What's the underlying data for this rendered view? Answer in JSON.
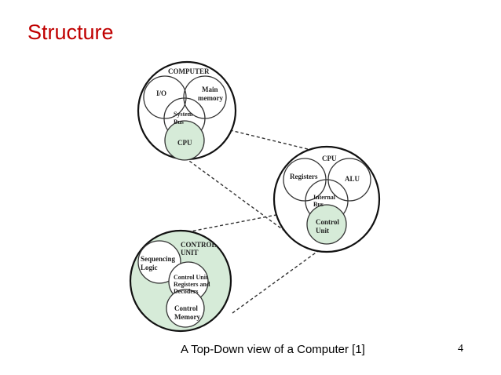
{
  "slide": {
    "title": "Structure",
    "caption": "A Top-Down view of a Computer [1]",
    "page_number": "4"
  },
  "colors": {
    "title": "#c00000",
    "highlight_fill": "#d6ebd8",
    "outline": "#111111",
    "inner_outline": "#333333"
  },
  "diagram": {
    "computer": {
      "label": "COMPUTER",
      "io": "I/O",
      "main_memory": [
        "Main",
        "memory"
      ],
      "system_bus": [
        "System",
        "Bus"
      ],
      "cpu": "CPU"
    },
    "cpu": {
      "label": "CPU",
      "registers": "Registers",
      "alu": "ALU",
      "internal_bus": [
        "Internal",
        "Bus"
      ],
      "control_unit": [
        "Control",
        "Unit"
      ]
    },
    "control_unit": {
      "label": [
        "CONTROL",
        "UNIT"
      ],
      "sequencing_logic": [
        "Sequencing",
        "Logic"
      ],
      "cu_registers": [
        "Control Unit",
        "Registers and",
        "Decoders"
      ],
      "control_memory": [
        "Control",
        "Memory"
      ]
    }
  }
}
